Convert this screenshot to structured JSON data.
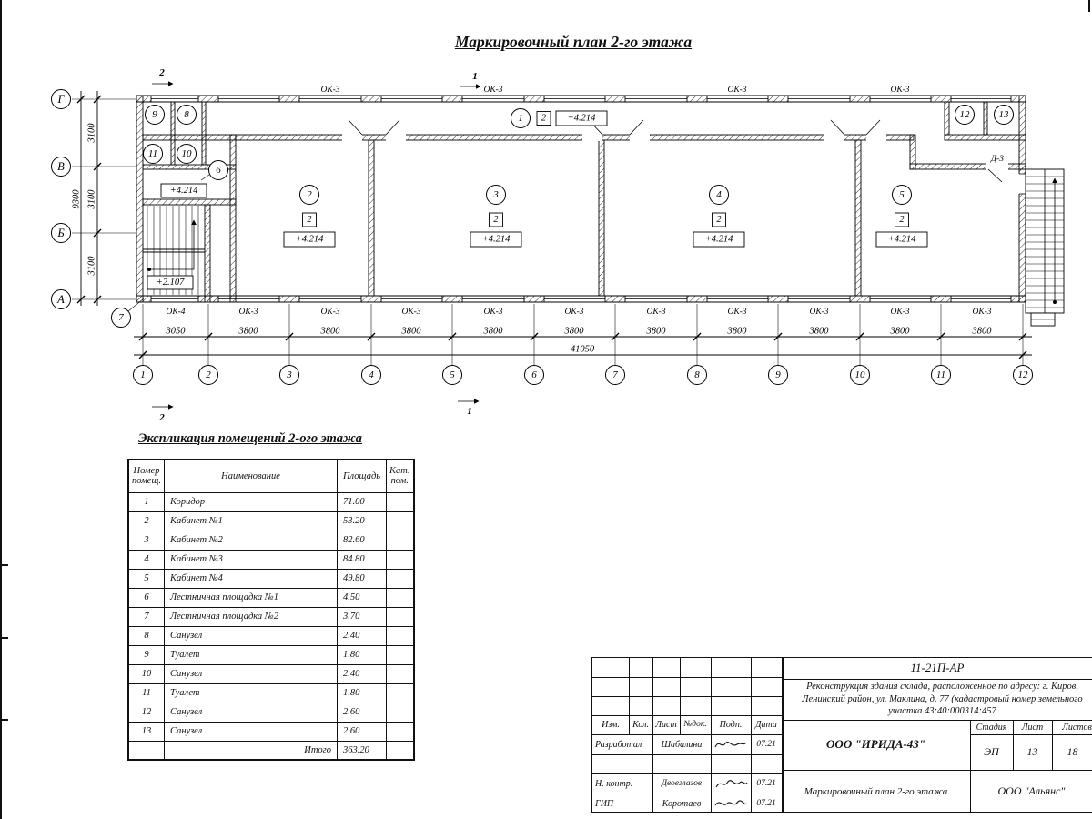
{
  "page": {
    "title": "Маркировочный план 2-го этажа"
  },
  "plan": {
    "axes_rows": [
      "Г",
      "В",
      "Б",
      "А"
    ],
    "cols": [
      "1",
      "2",
      "3",
      "4",
      "5",
      "6",
      "7",
      "8",
      "9",
      "10",
      "11",
      "12"
    ],
    "dims_left": [
      "3100",
      "3100",
      "3100"
    ],
    "total_left": "9300",
    "dims_bottom": [
      "3050",
      "3800",
      "3800",
      "3800",
      "3800",
      "3800",
      "3800",
      "3800",
      "3800",
      "3800",
      "3800"
    ],
    "total_bottom": "41050",
    "ok_top": [
      "ОК-3",
      "ОК-3",
      "ОК-3",
      "ОК-3"
    ],
    "ok_bottom": [
      "ОК-4",
      "ОК-3",
      "ОК-3",
      "ОК-3",
      "ОК-3",
      "ОК-3",
      "ОК-3",
      "ОК-3",
      "ОК-3",
      "ОК-3",
      "ОК-3"
    ],
    "door": "Д-3",
    "sections": {
      "top_left": "2",
      "top_center": "1",
      "bottom_left": "2",
      "bottom_center": "1"
    },
    "rooms": {
      "r1": {
        "n": "1",
        "cat": "2",
        "elev": "+4.214"
      },
      "r2": {
        "n": "2",
        "cat": "2",
        "elev": "+4.214"
      },
      "r3": {
        "n": "3",
        "cat": "2",
        "elev": "+4.214"
      },
      "r4": {
        "n": "4",
        "cat": "2",
        "elev": "+4.214"
      },
      "r5": {
        "n": "5",
        "cat": "2",
        "elev": "+4.214"
      },
      "r6": {
        "n": "6"
      },
      "r7": {
        "n": "7"
      },
      "r8": {
        "n": "8"
      },
      "r9": {
        "n": "9"
      },
      "r10": {
        "n": "10"
      },
      "r11": {
        "n": "11"
      },
      "r12": {
        "n": "12"
      },
      "r13": {
        "n": "13"
      },
      "landing_elev": "+4.214",
      "stair_elev": "+2.107"
    }
  },
  "schedule": {
    "title": "Экспликация помещений 2-ого этажа",
    "headers": {
      "num": "Номер помещ.",
      "name": "Наименование",
      "area": "Площадь",
      "cat": "Кат. пом."
    },
    "rows": [
      {
        "num": "1",
        "name": "Коридор",
        "area": "71.00"
      },
      {
        "num": "2",
        "name": "Кабинет №1",
        "area": "53.20"
      },
      {
        "num": "3",
        "name": "Кабинет №2",
        "area": "82.60"
      },
      {
        "num": "4",
        "name": "Кабинет №3",
        "area": "84.80"
      },
      {
        "num": "5",
        "name": "Кабинет №4",
        "area": "49.80"
      },
      {
        "num": "6",
        "name": "Лестничная площадка №1",
        "area": "4.50"
      },
      {
        "num": "7",
        "name": "Лестничная площадка №2",
        "area": "3.70"
      },
      {
        "num": "8",
        "name": "Санузел",
        "area": "2.40"
      },
      {
        "num": "9",
        "name": "Туалет",
        "area": "1.80"
      },
      {
        "num": "10",
        "name": "Санузел",
        "area": "2.40"
      },
      {
        "num": "11",
        "name": "Туалет",
        "area": "1.80"
      },
      {
        "num": "12",
        "name": "Санузел",
        "area": "2.60"
      },
      {
        "num": "13",
        "name": "Санузел",
        "area": "2.60"
      }
    ],
    "total_label": "Итого",
    "total_value": "363.20"
  },
  "titleblock": {
    "code": "11-21П-АР",
    "project": "Реконструкция здания склада, расположенное по адресу: г. Киров, Ленинский район, ул. Маклина, д. 77 (кадастровый номер земельного участка 43:40:000314:457",
    "cols": {
      "izm": "Изм.",
      "kol": "Кол.",
      "list": "Лист",
      "ndoc": "№док.",
      "podp": "Подп.",
      "data": "Дата"
    },
    "signers": [
      {
        "role": "Разработал",
        "name": "Шабалина",
        "date": "07.21"
      },
      {
        "role": "Н. контр.",
        "name": "Двоеглазов",
        "date": "07.21"
      },
      {
        "role": "ГИП",
        "name": "Коротаев",
        "date": "07.21"
      }
    ],
    "org": "ООО \"ИРИДА-43\"",
    "stage_label": "Стадия",
    "sheet_label": "Лист",
    "sheets_label": "Листов",
    "stage": "ЭП",
    "sheet": "13",
    "sheets": "18",
    "drawing_title": "Маркировочный план 2-го этажа",
    "client": "ООО \"Альянс\""
  }
}
